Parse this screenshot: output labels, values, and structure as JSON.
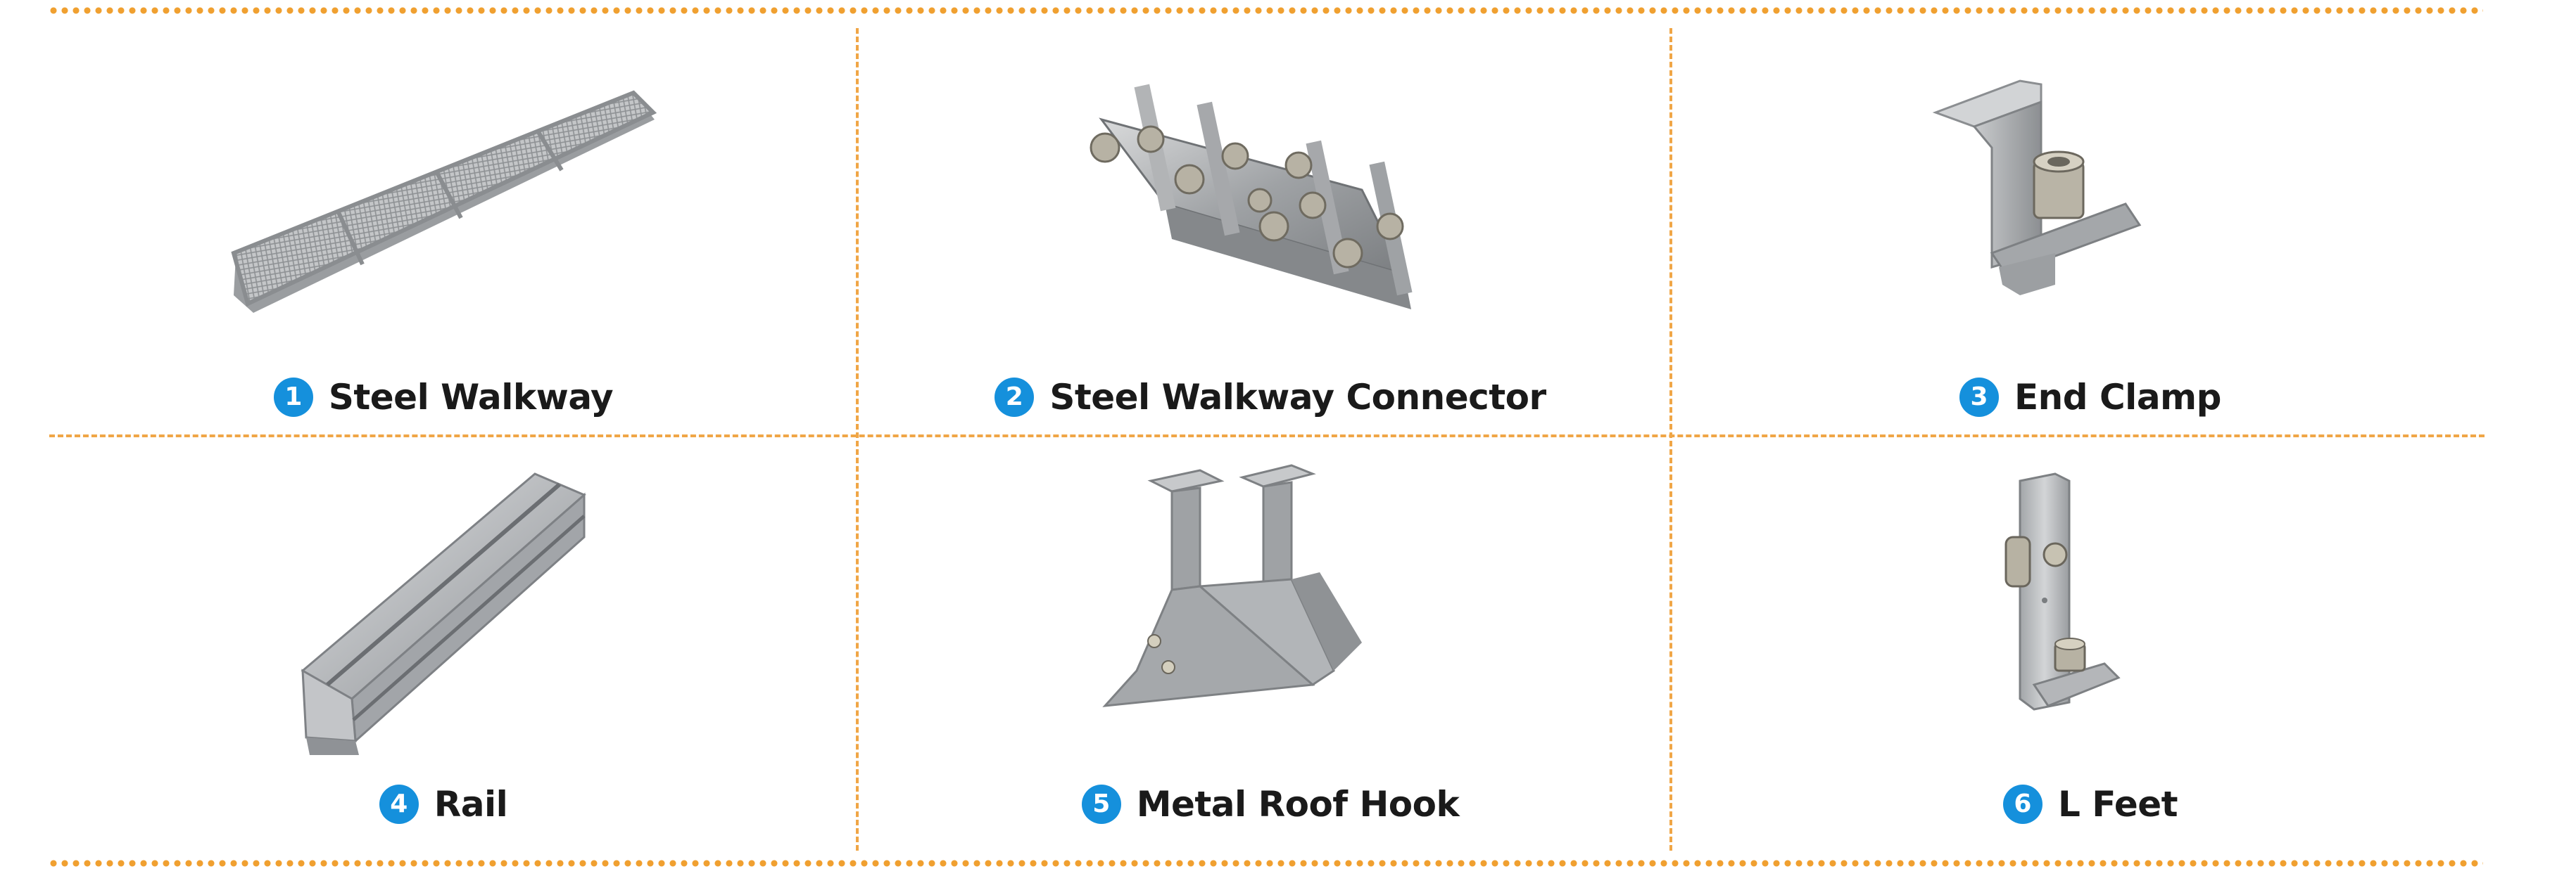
{
  "colors": {
    "divider": "#f0a646",
    "badge": "#1590dc",
    "text": "#1a1a1a",
    "metal": "#a8abae"
  },
  "products": [
    {
      "number": "1",
      "name": "Steel Walkway",
      "icon": "steel-walkway-image"
    },
    {
      "number": "2",
      "name": "Steel Walkway Connector",
      "icon": "walkway-connector-image"
    },
    {
      "number": "3",
      "name": "End Clamp",
      "icon": "end-clamp-image"
    },
    {
      "number": "4",
      "name": "Rail",
      "icon": "rail-image"
    },
    {
      "number": "5",
      "name": "Metal Roof Hook",
      "icon": "metal-roof-hook-image"
    },
    {
      "number": "6",
      "name": "L Feet",
      "icon": "l-feet-image"
    }
  ]
}
